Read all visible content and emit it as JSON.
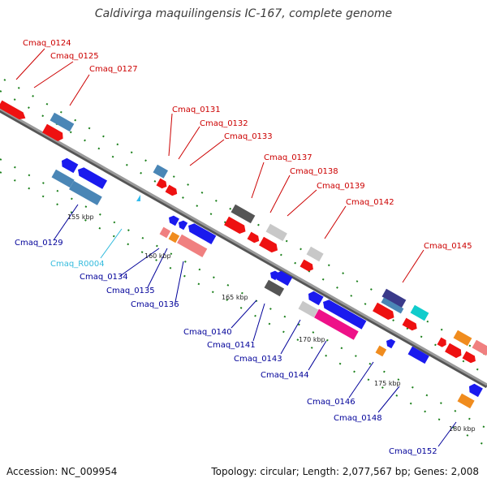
{
  "title": "Caldivirga maquilingensis IC-167, complete genome",
  "footer": {
    "accession": "Accession: NC_009954",
    "summary": "Topology: circular; Length: 2,077,567 bp; Genes: 2,008"
  },
  "colors": {
    "label_top": "#cc0000",
    "label_bottom": "#000099",
    "label_rna": "#33bbdd",
    "backbone": "#8c8c8c",
    "tick": "#1a7f1a"
  },
  "scale_labels": [
    "155 kbp",
    "160 kbp",
    "165 kbp",
    "170 kbp",
    "175 kbp",
    "180 kbp"
  ],
  "gene_labels_top": [
    "Cmaq_0124",
    "Cmaq_0125",
    "Cmaq_0127",
    "Cmaq_0131",
    "Cmaq_0132",
    "Cmaq_0133",
    "Cmaq_0137",
    "Cmaq_0138",
    "Cmaq_0139",
    "Cmaq_0142",
    "Cmaq_0145"
  ],
  "gene_labels_bottom": [
    "Cmaq_0129",
    "Cmaq_R0004",
    "Cmaq_0134",
    "Cmaq_0135",
    "Cmaq_0136",
    "Cmaq_0140",
    "Cmaq_0141",
    "Cmaq_0143",
    "Cmaq_0144",
    "Cmaq_0146",
    "Cmaq_0148",
    "Cmaq_0152"
  ]
}
